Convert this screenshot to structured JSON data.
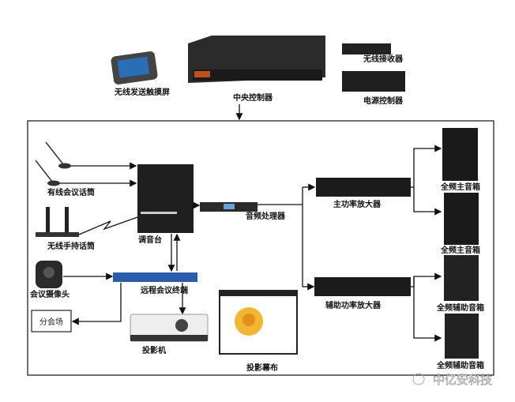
{
  "labels": {
    "touch_screen": "无线发送触摸屏",
    "central_controller": "中央控制器",
    "wireless_receiver": "无线接收器",
    "power_controller": "电源控制器",
    "wired_mic": "有线会议话筒",
    "wireless_mic": "无线手持话筒",
    "mixer": "调音台",
    "audio_processor": "音频处理器",
    "main_amp": "主功率放大器",
    "aux_amp": "辅助功率放大器",
    "main_speaker_1": "全频主音箱",
    "main_speaker_2": "全频主音箱",
    "aux_speaker_1": "全频辅助音箱",
    "aux_speaker_2": "全频辅助音箱",
    "camera": "会议摄像头",
    "terminal": "远程会议终端",
    "branch_venue": "分会场",
    "projector": "投影机",
    "screen": "投影幕布"
  },
  "watermark": "中亿安科技",
  "colors": {
    "device_dark": "#1c1c1c",
    "terminal_blue": "#2a5caa",
    "rose": "#f2b632"
  }
}
